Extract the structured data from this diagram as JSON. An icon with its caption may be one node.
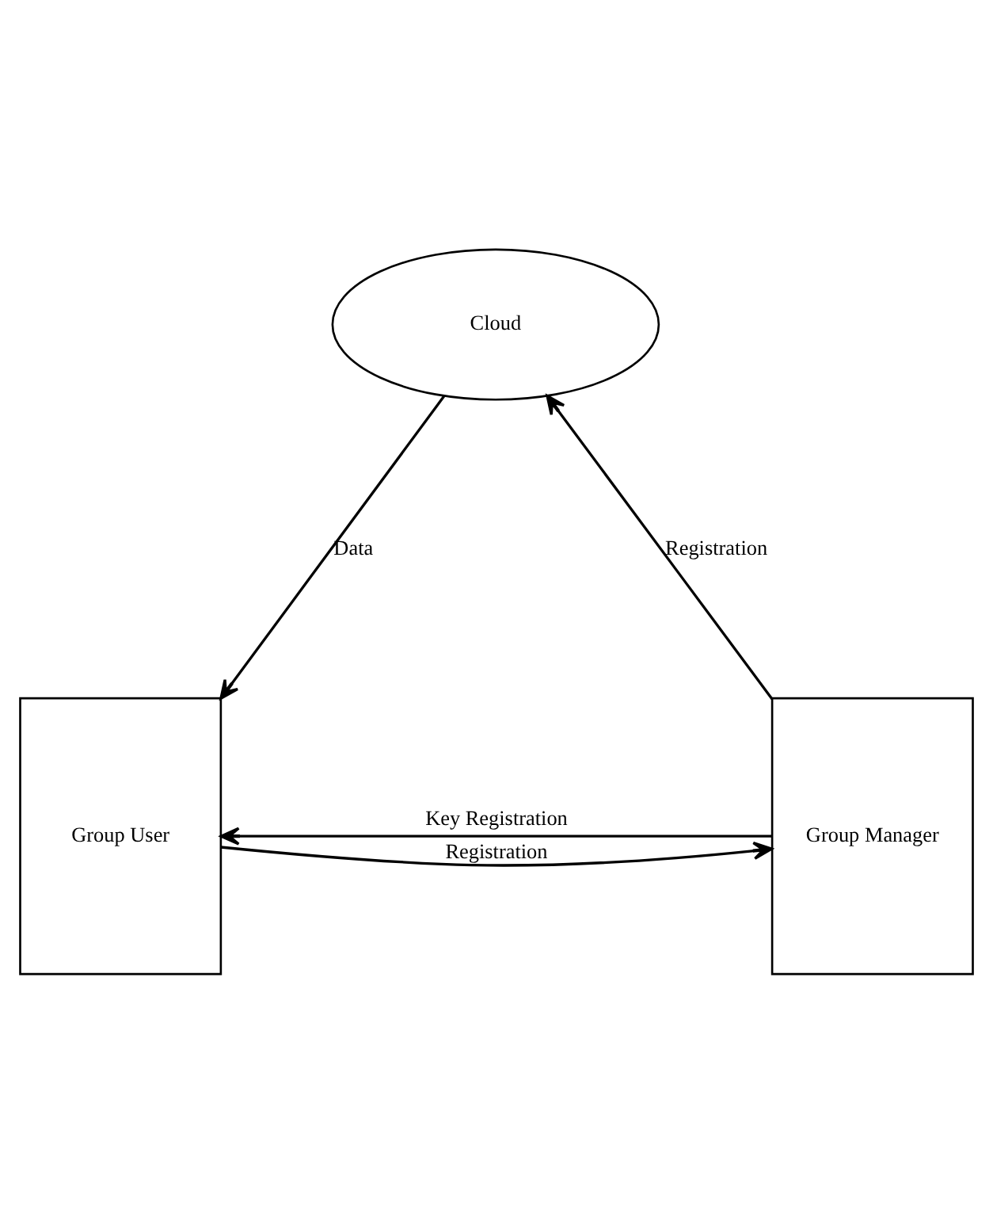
{
  "diagram": {
    "nodes": [
      {
        "text": [
          "Cloud"
        ]
      },
      {
        "text": [
          "Group Manager"
        ]
      },
      {
        "text": [
          "Group User"
        ]
      }
    ],
    "edges": [
      {
        "from": 1,
        "to": 0,
        "arrow": "to",
        "label": "Registration"
      },
      {
        "from": 0,
        "to": 2,
        "arrow": "to",
        "label": "Data"
      },
      {
        "from": 2,
        "to": 1,
        "arrow": "to",
        "label": "Registration"
      },
      {
        "from": 1,
        "to": 2,
        "arrow": "to",
        "label": "Key Registration"
      }
    ]
  }
}
